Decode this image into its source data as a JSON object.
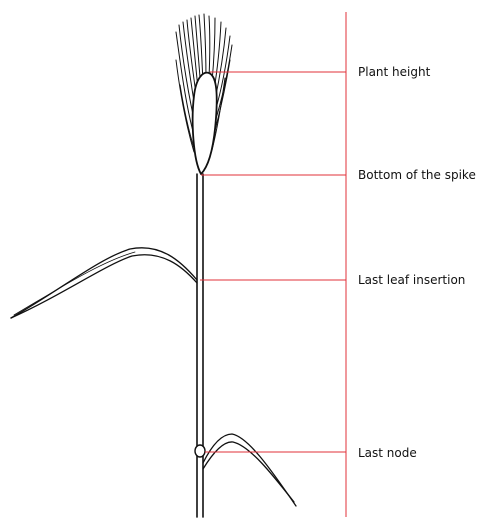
{
  "diagram": {
    "labels": {
      "plant_height": "Plant height",
      "bottom_of_spike": "Bottom of the spike",
      "last_leaf_insertion": "Last leaf insertion",
      "last_node": "Last node"
    },
    "colors": {
      "reference_lines": "#e0303a",
      "plant_outline": "#111111",
      "background": "#ffffff"
    }
  }
}
